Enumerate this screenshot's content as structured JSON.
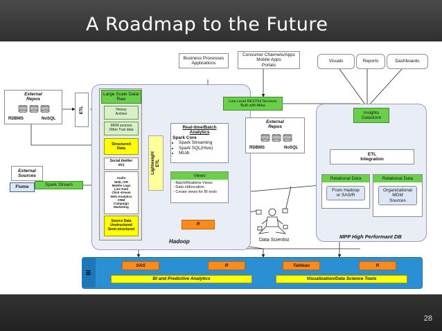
{
  "slide": {
    "title": "A Roadmap to the Future",
    "page_number": "28"
  },
  "top": {
    "business_processes": "Business Processes\nApplications",
    "consumer_channels": "Consumer Channels/Apps\nMobile Apps\nPortals",
    "visuals": "Visuals",
    "reports": "Reports",
    "dashboards": "Dashboards"
  },
  "left": {
    "external_repos": "External\nRepos",
    "rdbms": "RDBMS",
    "nosql": "NoSQL",
    "etl": "ETL",
    "external_sources": "External\nSources",
    "flume": "Flume",
    "spark_stream": "Spark Stream"
  },
  "hadoop": {
    "large_scale": "Large Scale Data/\nRaw",
    "history_archive": "History\nArchive",
    "mdm_sources": "MDM sources\nOther Tran data",
    "structured_data": "Structured\nData",
    "social": "Social (twitter\netc)",
    "stream_list": "Audio\nWeb, IVR\nMobile Logs\nLive Data\nClick stream\nWeb Analytics\nCRM\nCampaign\nMarketing",
    "source_data": "Source Data\nUnstructured\nSemi-structured",
    "lightweight_etl": "Lightweight\nETL",
    "realtime_title": "Real-time/Batch Analytics",
    "spark_core": "Spark Core",
    "analytics_items": [
      "Spark Streaming",
      "Spark SQL(Hive)",
      "MLlib"
    ],
    "views_title": "Views",
    "views_items": [
      "- Batch/Realtime Views",
      "- Data obfuscation",
      "- Create views for BI tools"
    ],
    "r": "R",
    "label": "Hadoop"
  },
  "middle": {
    "restful": "Low Level RESTful Services\nBuilt with Akka",
    "external_repos": "External\nRepos",
    "rdbms": "RDBMS",
    "nosql": "NoSQL",
    "data_scientist": "Data Scientist"
  },
  "mpp": {
    "insights": "Insights\nDatastore",
    "etl_integration": "ETL\nIntegration",
    "relational1_title": "Relational Data",
    "relational1_body": "From Hadoop\nor SAS/R",
    "relational2_title": "Relational Data",
    "relational2_body": "Organizational\nMDM\nSources",
    "label": "MPP High Performant DB"
  },
  "bi": {
    "tag": "BI",
    "sas": "SAS",
    "r1": "R",
    "tableau": "Tableau",
    "r2": "R",
    "bi_predictive": "BI and Predictive Analytics",
    "visualization": "Visualization/Data Science Tools"
  },
  "colors": {
    "green": "#6ad04a",
    "yellow": "#ffff00",
    "orange": "#ff8c1a",
    "bi_blue": "#2b8fd4"
  }
}
